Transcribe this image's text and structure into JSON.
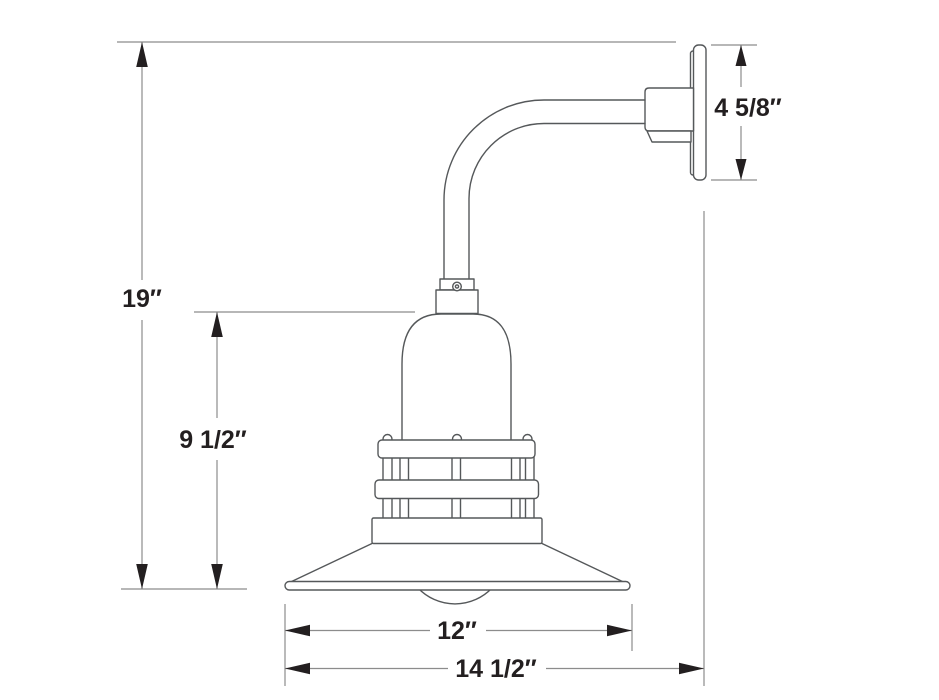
{
  "diagram": {
    "type": "dimensional-line-drawing",
    "subject": "wall-mounted gooseneck barn light, side elevation",
    "labels": {
      "overall_height": "19″",
      "fixture_height": "9 1/2″",
      "backplate_height": "4 5/8″",
      "shade_diameter": "12″",
      "overall_depth": "14 1/2″"
    },
    "colors": {
      "bg": "#ffffff",
      "outline": "#55585a",
      "dimline": "#8c8c8c",
      "ink": "#231f20"
    }
  }
}
